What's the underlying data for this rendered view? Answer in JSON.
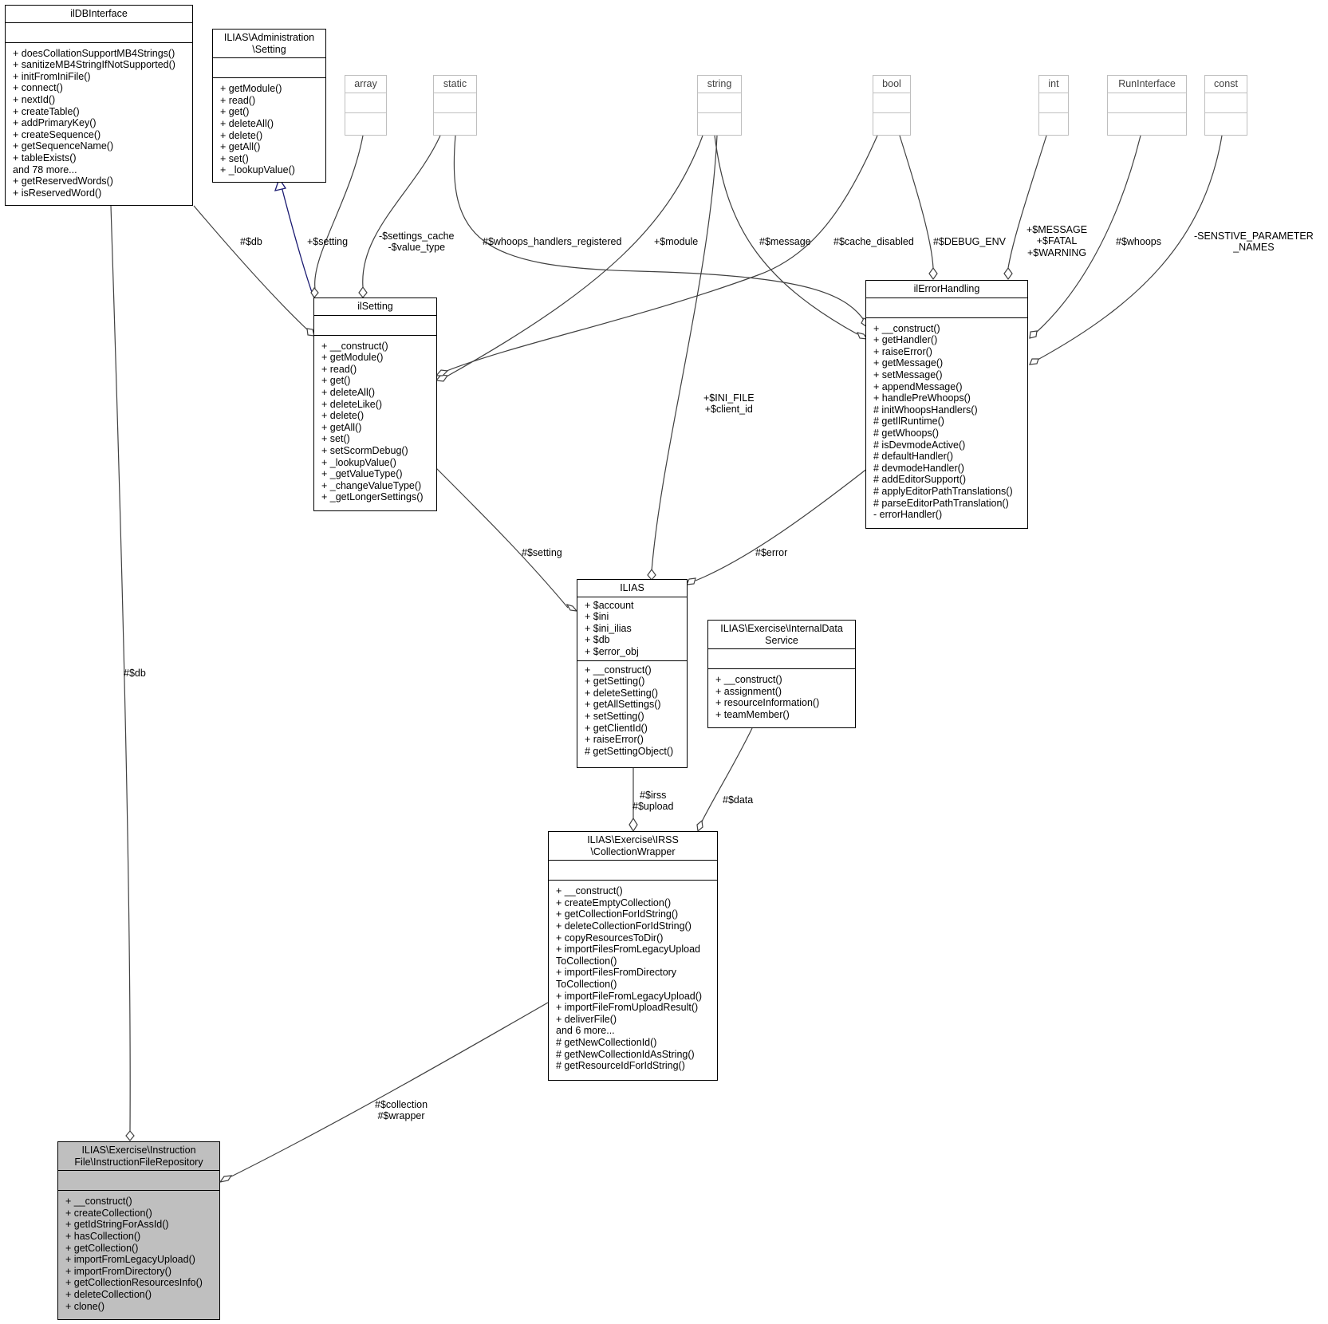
{
  "classes": {
    "ildbinterface": {
      "title": "ilDBInterface",
      "attributes": [],
      "methods": [
        "+ doesCollationSupportMB4Strings()",
        "+ sanitizeMB4StringIfNotSupported()",
        "+ initFromIniFile()",
        "+ connect()",
        "+ nextId()",
        "+ createTable()",
        "+ addPrimaryKey()",
        "+ createSequence()",
        "+ getSequenceName()",
        "+ tableExists()",
        "and 78 more...",
        "+ getReservedWords()",
        "+ isReservedWord()"
      ]
    },
    "admin_setting": {
      "title": "ILIAS\\Administration\n\\Setting",
      "attributes": [],
      "methods": [
        "+ getModule()",
        "+ read()",
        "+ get()",
        "+ deleteAll()",
        "+ delete()",
        "+ getAll()",
        "+ set()",
        "+ _lookupValue()"
      ]
    },
    "array": {
      "title": "array",
      "attributes": [],
      "methods": []
    },
    "static": {
      "title": "static",
      "attributes": [],
      "methods": []
    },
    "string": {
      "title": "string",
      "attributes": [],
      "methods": []
    },
    "bool": {
      "title": "bool",
      "attributes": [],
      "methods": []
    },
    "int": {
      "title": "int",
      "attributes": [],
      "methods": []
    },
    "runinterface": {
      "title": "RunInterface",
      "attributes": [],
      "methods": []
    },
    "const": {
      "title": "const",
      "attributes": [],
      "methods": []
    },
    "ilsetting": {
      "title": "ilSetting",
      "attributes": [],
      "methods": [
        "+ __construct()",
        "+ getModule()",
        "+ read()",
        "+ get()",
        "+ deleteAll()",
        "+ deleteLike()",
        "+ delete()",
        "+ getAll()",
        "+ set()",
        "+ setScormDebug()",
        "+ _lookupValue()",
        "+ _getValueType()",
        "+ _changeValueType()",
        "+ _getLongerSettings()"
      ]
    },
    "ilerrorhandling": {
      "title": "ilErrorHandling",
      "attributes": [],
      "methods": [
        "+ __construct()",
        "+ getHandler()",
        "+ raiseError()",
        "+ getMessage()",
        "+ setMessage()",
        "+ appendMessage()",
        "+ handlePreWhoops()",
        "# initWhoopsHandlers()",
        "# getIlRuntime()",
        "# getWhoops()",
        "# isDevmodeActive()",
        "# defaultHandler()",
        "# devmodeHandler()",
        "# addEditorSupport()",
        "# applyEditorPathTranslations()",
        "# parseEditorPathTranslation()",
        "- errorHandler()"
      ]
    },
    "ilias": {
      "title": "ILIAS",
      "attributes": [
        "+ $account",
        "+ $ini",
        "+ $ini_ilias",
        "+ $db",
        "+ $error_obj"
      ],
      "methods": [
        "+ __construct()",
        "+ getSetting()",
        "+ deleteSetting()",
        "+ getAllSettings()",
        "+ setSetting()",
        "+ getClientId()",
        "+ raiseError()",
        "# getSettingObject()"
      ]
    },
    "internaldata": {
      "title": "ILIAS\\Exercise\\InternalData\nService",
      "attributes": [],
      "methods": [
        "+ __construct()",
        "+ assignment()",
        "+ resourceInformation()",
        "+ teamMember()"
      ]
    },
    "collectionwrapper": {
      "title": "ILIAS\\Exercise\\IRSS\n\\CollectionWrapper",
      "attributes": [],
      "methods": [
        "+ __construct()",
        "+ createEmptyCollection()",
        "+ getCollectionForIdString()",
        "+ deleteCollectionForIdString()",
        "+ copyResourcesToDir()",
        "+ importFilesFromLegacyUpload",
        "ToCollection()",
        "+ importFilesFromDirectory",
        "ToCollection()",
        "+ importFileFromLegacyUpload()",
        "+ importFileFromUploadResult()",
        "+ deliverFile()",
        "and 6 more...",
        "# getNewCollectionId()",
        "# getNewCollectionIdAsString()",
        "# getResourceIdForIdString()"
      ]
    },
    "instructionfilerepo": {
      "title": "ILIAS\\Exercise\\Instruction\nFile\\InstructionFileRepository",
      "attributes": [],
      "methods": [
        "+ __construct()",
        "+ createCollection()",
        "+ getIdStringForAssId()",
        "+ hasCollection()",
        "+ getCollection()",
        "+ importFromLegacyUpload()",
        "+ importFromDirectory()",
        "+ getCollectionResourcesInfo()",
        "+ deleteCollection()",
        "+ clone()"
      ]
    }
  },
  "edge_labels": {
    "db_left": "#$db",
    "db_setting": "#$db",
    "setting_array": "+$setting",
    "settings_cache": "-$settings_cache\n-$value_type",
    "whoops_registered": "#$whoops_handlers_registered",
    "module": "+$module",
    "message": "#$message",
    "cache_disabled": "#$cache_disabled",
    "debug_env": "#$DEBUG_ENV",
    "int_consts": "+$MESSAGE\n+$FATAL\n+$WARNING",
    "whoops": "#$whoops",
    "sensitive": "-SENSTIVE_PARAMETER\n_NAMES",
    "ini_file": "+$INI_FILE\n+$client_id",
    "setting_ilias": "#$setting",
    "error": "#$error",
    "irss": "#$irss\n#$upload",
    "data": "#$data",
    "collection": "#$collection\n#$wrapper"
  }
}
